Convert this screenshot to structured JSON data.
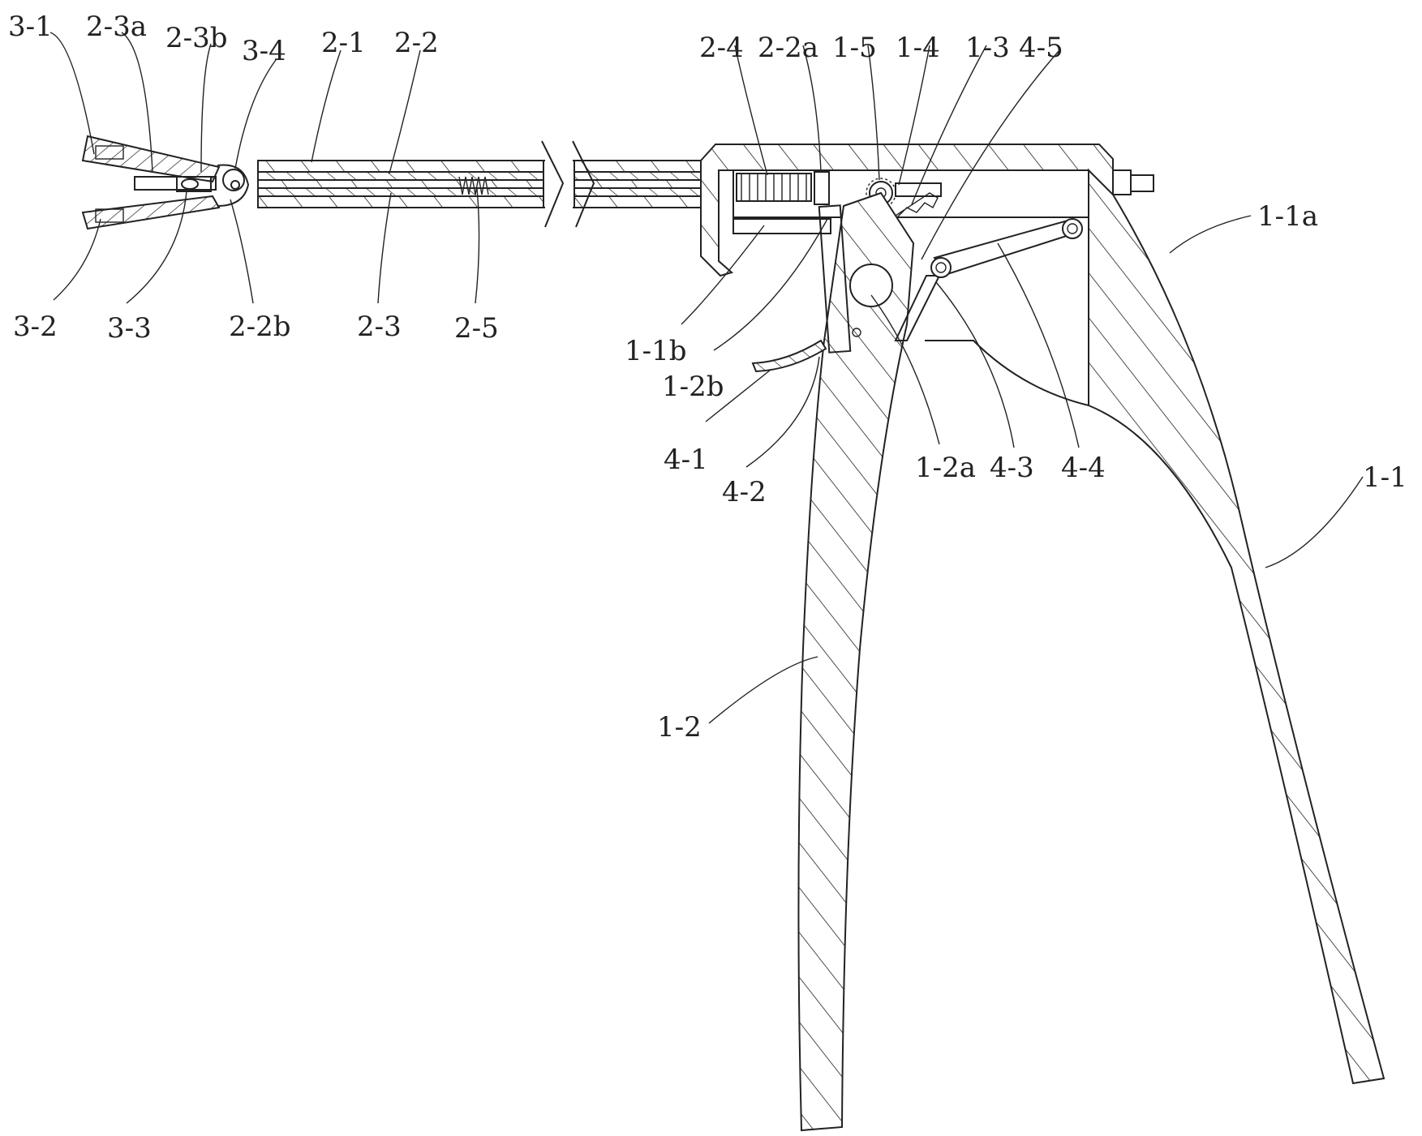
{
  "figure": {
    "background": "#ffffff",
    "line_color": "#222222",
    "hatch_color": "#222222",
    "labels": {
      "l_3_1": "3-1",
      "l_2_3a": "2-3a",
      "l_2_3b": "2-3b",
      "l_3_4": "3-4",
      "l_2_1": "2-1",
      "l_2_2": "2-2",
      "l_3_2": "3-2",
      "l_3_3": "3-3",
      "l_2_2b": "2-2b",
      "l_2_3": "2-3",
      "l_2_5": "2-5",
      "l_2_4": "2-4",
      "l_2_2a": "2-2a",
      "l_1_5": "1-5",
      "l_1_4": "1-4",
      "l_1_3": "1-3",
      "l_4_5": "4-5",
      "l_1_1a": "1-1a",
      "l_1_1b": "1-1b",
      "l_1_2b": "1-2b",
      "l_4_1": "4-1",
      "l_4_2": "4-2",
      "l_1_2a": "1-2a",
      "l_4_3": "4-3",
      "l_4_4": "4-4",
      "l_1_1": "1-1",
      "l_1_2": "1-2"
    }
  }
}
